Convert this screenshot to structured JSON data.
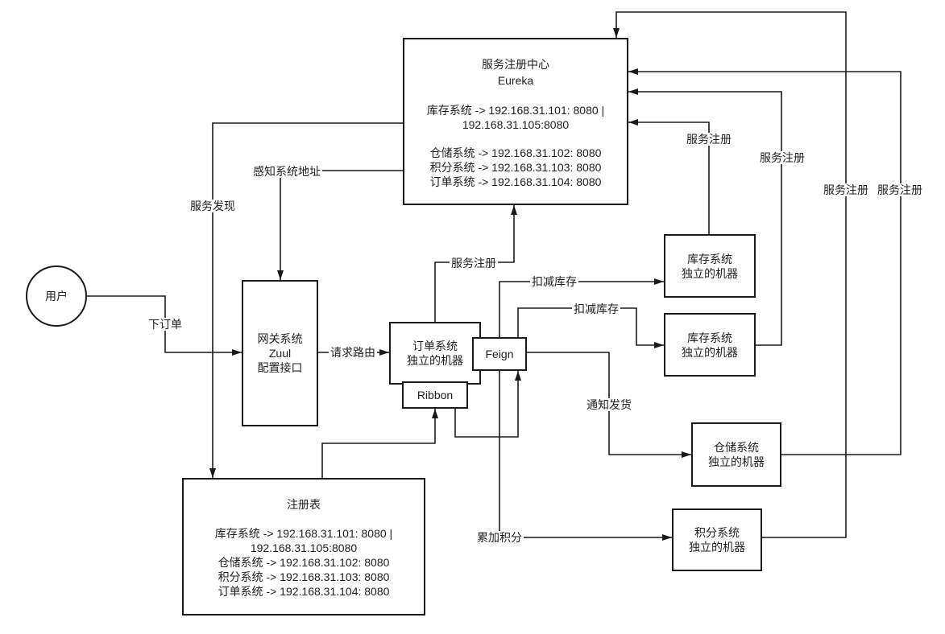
{
  "eureka": {
    "title": "服务注册中心",
    "subtitle": "Eureka",
    "lines": [
      "库存系统 -> 192.168.31.101: 8080 |",
      "192.168.31.105:8080",
      "仓储系统 -> 192.168.31.102: 8080",
      "积分系统 -> 192.168.31.103: 8080",
      "订单系统 -> 192.168.31.104: 8080"
    ]
  },
  "user": {
    "label": "用户"
  },
  "gateway": {
    "line1": "网关系统",
    "line2": "Zuul",
    "line3": "配置接口"
  },
  "order": {
    "line1": "订单系统",
    "line2": "独立的机器"
  },
  "feign": {
    "label": "Feign"
  },
  "ribbon": {
    "label": "Ribbon"
  },
  "registry": {
    "title": "注册表",
    "lines": [
      "库存系统 -> 192.168.31.101: 8080 |",
      "192.168.31.105:8080",
      "仓储系统 -> 192.168.31.102: 8080",
      "积分系统 -> 192.168.31.103: 8080",
      "订单系统 -> 192.168.31.104: 8080"
    ]
  },
  "inventory_1": {
    "line1": "库存系统",
    "line2": "独立的机器"
  },
  "inventory_2": {
    "line1": "库存系统",
    "line2": "独立的机器"
  },
  "warehouse": {
    "line1": "仓储系统",
    "line2": "独立的机器"
  },
  "points": {
    "line1": "积分系统",
    "line2": "独立的机器"
  },
  "edge_labels": {
    "place_order": "下订单",
    "route_request": "请求路由",
    "service_discovery": "服务发现",
    "sense_address": "感知系统地址",
    "order_register": "服务注册",
    "inventory1_register": "服务注册",
    "inventory2_register": "服务注册",
    "points_register": "服务注册",
    "warehouse_register": "服务注册",
    "deduct_stock_1": "扣减库存",
    "deduct_stock_2": "扣减库存",
    "notify_ship": "通知发货",
    "add_points": "累加积分"
  }
}
